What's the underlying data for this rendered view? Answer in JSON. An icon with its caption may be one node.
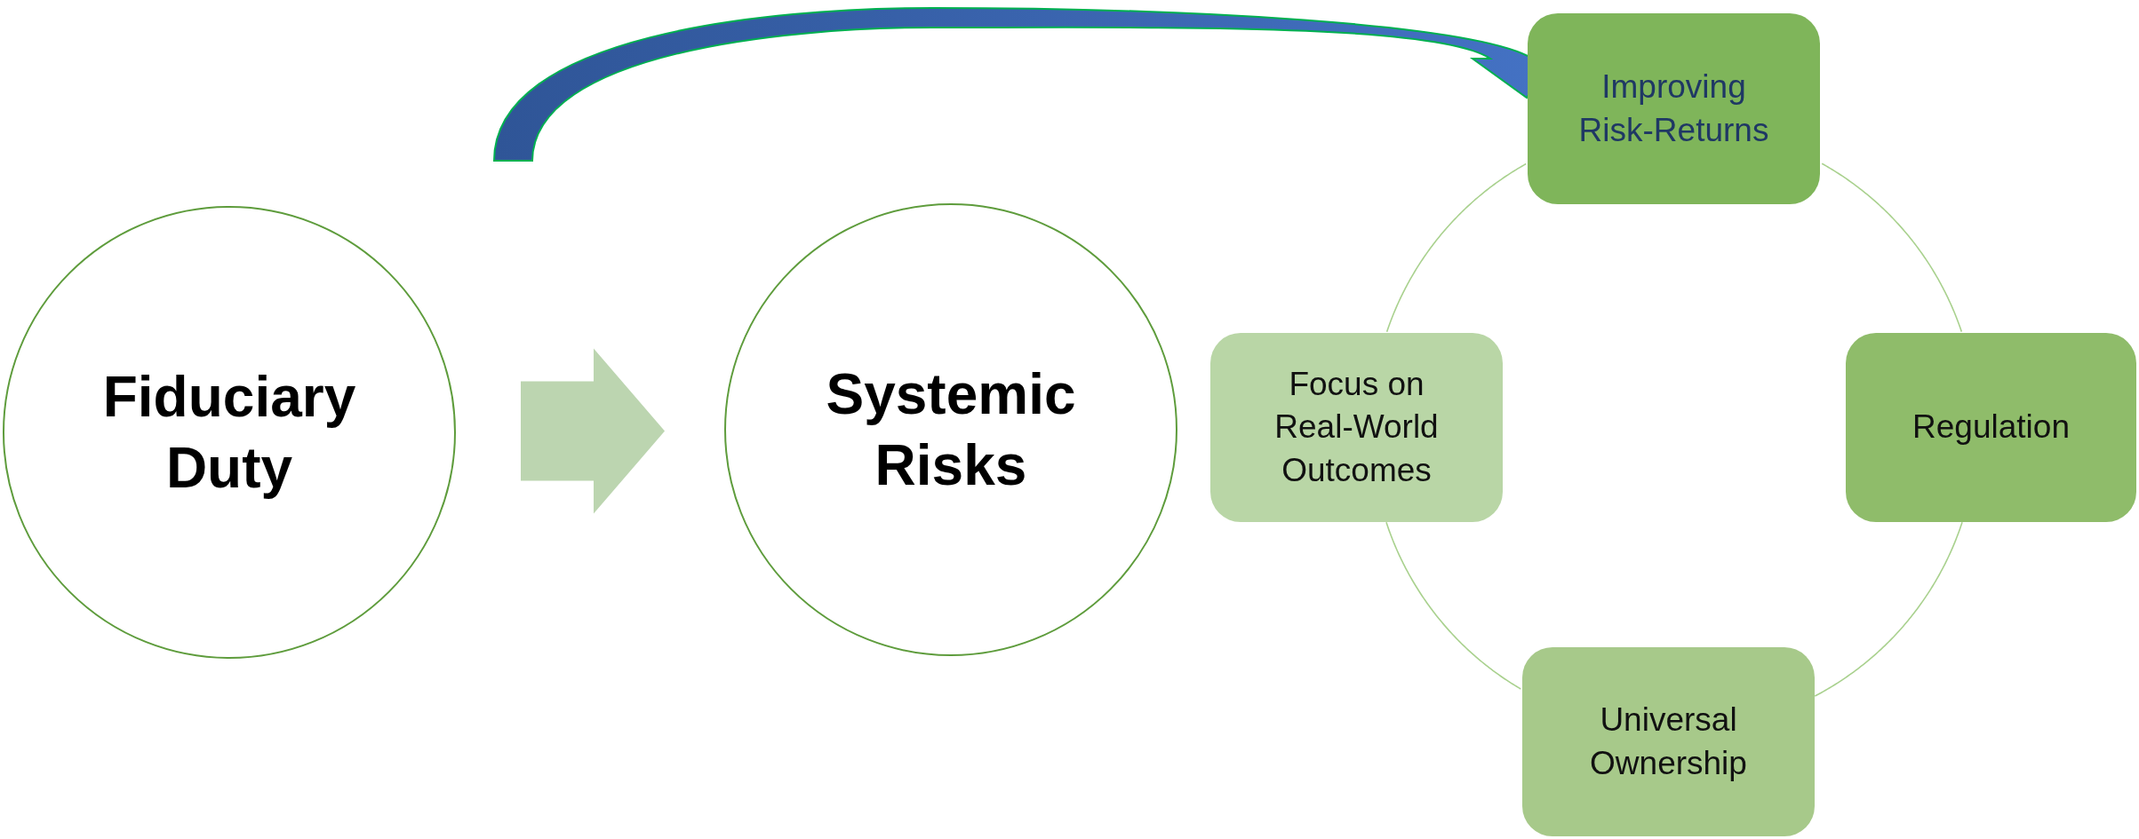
{
  "diagram": {
    "nodes": [
      {
        "text": [
          "Fiduciary Duty"
        ]
      },
      {
        "text": [
          "Systemic Risks"
        ]
      },
      {
        "text": [
          "Improving Risk-Returns"
        ]
      },
      {
        "text": [
          "Focus on Real-World Outcomes"
        ]
      },
      {
        "text": [
          "Regulation"
        ]
      },
      {
        "text": [
          "Universal Ownership"
        ]
      }
    ],
    "edges": [
      {
        "from": 0,
        "to": 1,
        "arrow": "to",
        "style": "thick",
        "color": "#bcd5b0"
      },
      {
        "from": null,
        "to": 2,
        "arrow": "to",
        "style": "thick",
        "color": "#4472c4"
      },
      {
        "from": 2,
        "to": 4,
        "arrow": "none"
      },
      {
        "from": 4,
        "to": 5,
        "arrow": "none"
      },
      {
        "from": 5,
        "to": 3,
        "arrow": "none"
      },
      {
        "from": 3,
        "to": 2,
        "arrow": "none"
      }
    ]
  }
}
